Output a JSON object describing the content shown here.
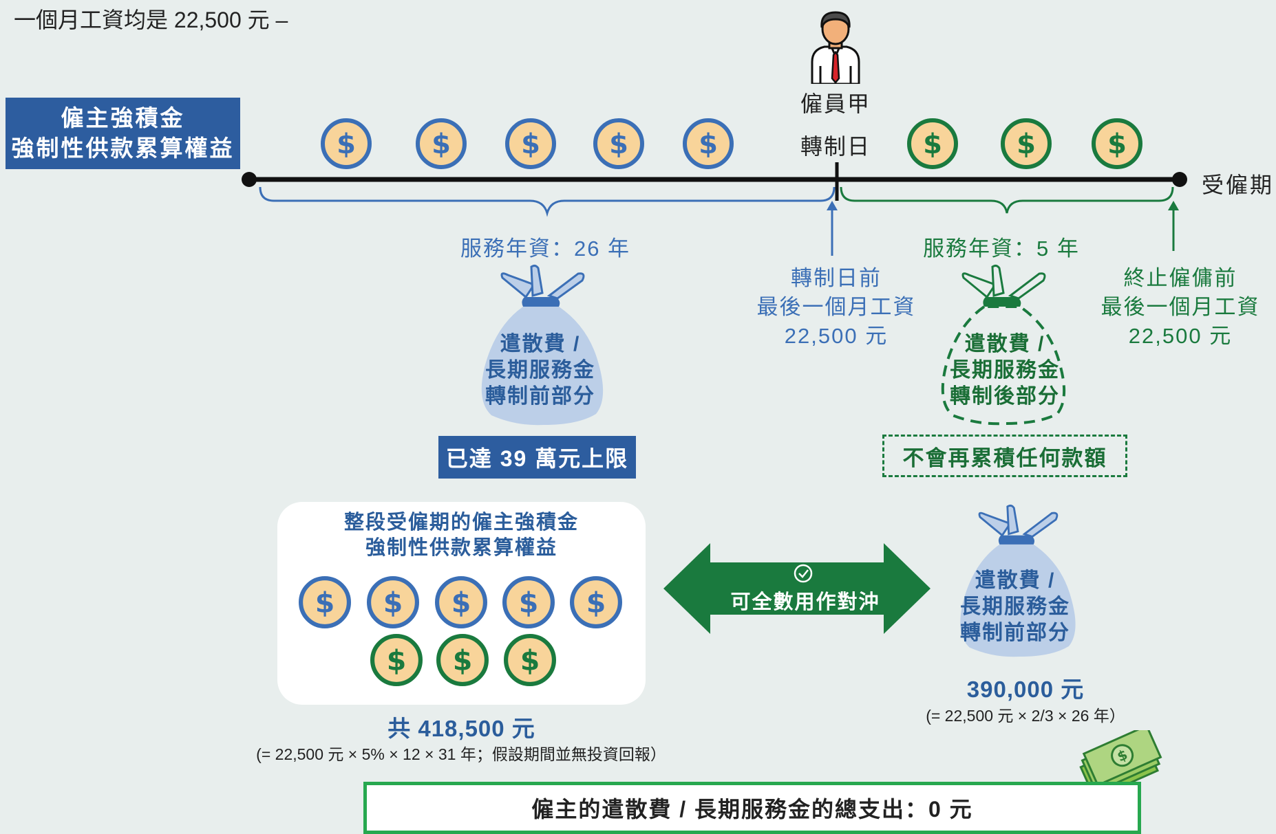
{
  "intro": "一個月工資均是 22,500 元 –",
  "mpf_label": [
    "僱主強積金",
    "強制性供款累算權益"
  ],
  "employee_name": "僱員甲",
  "conversion_day": "轉制日",
  "employment_period": "受僱期",
  "service_pre": "服務年資：26 年",
  "service_post": "服務年資：5 年",
  "pre_conversion_wage": [
    "轉制日前",
    "最後一個月工資",
    "22,500 元"
  ],
  "termination_wage": [
    "終止僱傭前",
    "最後一個月工資",
    "22,500 元"
  ],
  "bag_pre": [
    "遣散費 /",
    "長期服務金",
    "轉制前部分"
  ],
  "bag_post": [
    "遣散費 /",
    "長期服務金",
    "轉制後部分"
  ],
  "cap_badge": "已達 39 萬元上限",
  "no_accumulation_badge": "不會再累積任何款額",
  "total_box_title": [
    "整段受僱期的僱主強積金",
    "強制性供款累算權益"
  ],
  "total_amount": "共 418,500 元",
  "total_formula": "(= 22,500 元 × 5% × 12 × 31 年；假設期間並無投資回報）",
  "offset_label": "可全數用作對沖",
  "bag_final": [
    "遣散費 /",
    "長期服務金",
    "轉制前部分"
  ],
  "severance_amount": "390,000 元",
  "severance_formula": "(= 22,500 元 × 2/3 × 26 年）",
  "total_expense": "僱主的遣散費 / 長期服務金的總支出：0 元",
  "colors": {
    "pre_blue": "#3b6fb6",
    "post_green": "#1a7a3e",
    "coin_fill": "#f8d49a",
    "badge_blue": "#2d5d9f",
    "background": "#e8eeed"
  },
  "icons": [
    "dollar-coin-icon",
    "employee-icon",
    "money-bag-icon",
    "cash-stack-icon",
    "check-circle-icon"
  ]
}
